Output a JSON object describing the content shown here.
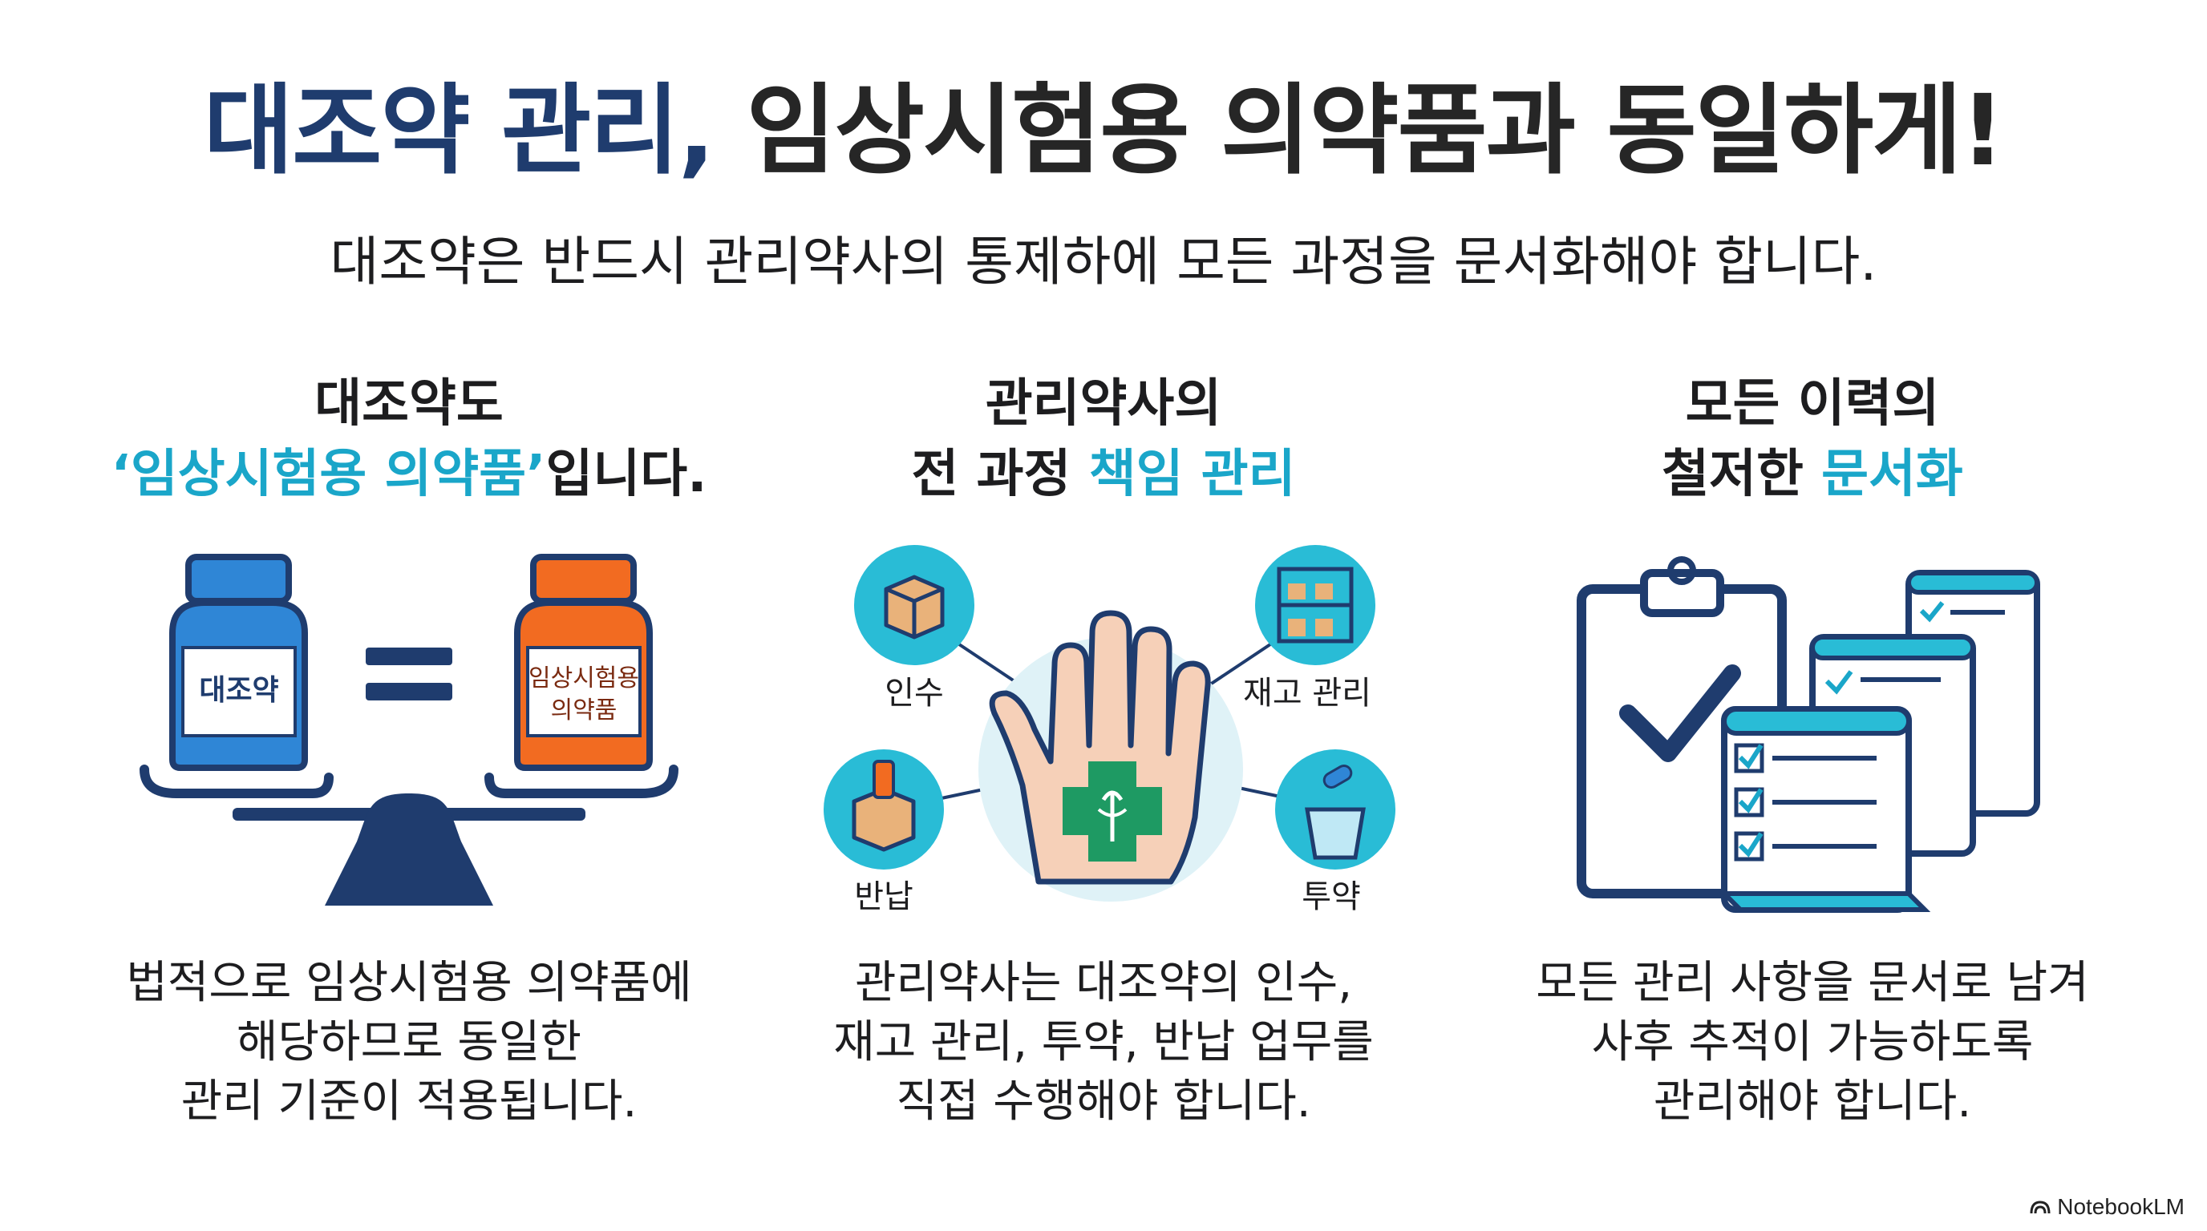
{
  "title": {
    "part1": "대조약 관리,",
    "part2": "임상시험용 의약품과 동일하게!"
  },
  "subtitle": "대조약은 반드시 관리약사의 통제하에 모든 과정을 문서화해야 합니다.",
  "columns": [
    {
      "heading_line1": "대조약도",
      "heading_line2_highlight": "‘임상시험용 의약품’",
      "heading_line2_rest": "입니다.",
      "bottle_left_label": "대조약",
      "bottle_right_label_1": "임상시험용",
      "bottle_right_label_2": "의약품",
      "body": [
        "법적으로 임상시험용 의약품에",
        "해당하므로 동일한",
        "관리 기준이 적용됩니다."
      ]
    },
    {
      "heading_line1": "관리약사의",
      "heading_line2_plain": "전 과정 ",
      "heading_line2_highlight": "책임 관리",
      "nodes": {
        "receive": "인수",
        "inventory": "재고 관리",
        "return": "반납",
        "dispense": "투약"
      },
      "body": [
        "관리약사는 대조약의 인수,",
        "재고 관리, 투약, 반납 업무를",
        "직접 수행해야 합니다."
      ]
    },
    {
      "heading_line1": "모든 이력의",
      "heading_line2_plain": "철저한 ",
      "heading_line2_highlight": "문서화",
      "body": [
        "모든 관리 사항을 문서로 남겨",
        "사후 추적이 가능하도록",
        "관리해야 합니다."
      ]
    }
  ],
  "watermark": "NotebookLM",
  "colors": {
    "navy": "#1f3c6e",
    "teal": "#1aa6c9",
    "orange": "#f26b21",
    "blue": "#2f86d6"
  }
}
